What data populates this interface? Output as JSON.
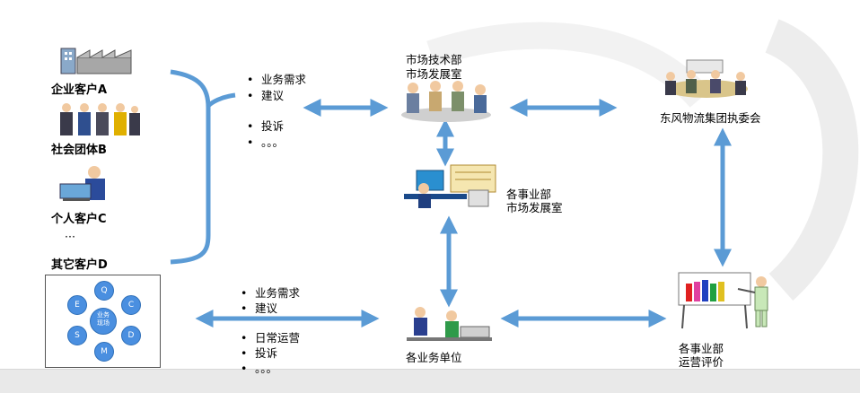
{
  "customers": {
    "a": "企业客户A",
    "b": "社会团体B",
    "c": "个人客户C",
    "ellipsis": "···",
    "d": "其它客户D"
  },
  "top_bullets": {
    "items1": [
      "业务需求",
      "建议"
    ],
    "items2": [
      "投诉",
      "。。。"
    ]
  },
  "market_tech": {
    "line1": "市场技术部",
    "line2": "市场发展室"
  },
  "group_committee": "东风物流集团执委会",
  "division_market": {
    "line1": "各事业部",
    "line2": "市场发展室"
  },
  "bottom_bullets": {
    "items1": [
      "业务需求",
      "建议"
    ],
    "items2": [
      "日常运营",
      "投诉",
      "。。。"
    ]
  },
  "business_units": "各业务单位",
  "division_eval": {
    "line1": "各事业部",
    "line2": "运营评价"
  },
  "quality_circle": {
    "center_line1": "业务",
    "center_line2": "现场",
    "nodes": [
      "Q",
      "C",
      "D",
      "M",
      "S",
      "E"
    ]
  },
  "colors": {
    "arrow": "#5b9bd5",
    "node_blue": "#4a8fe0"
  }
}
